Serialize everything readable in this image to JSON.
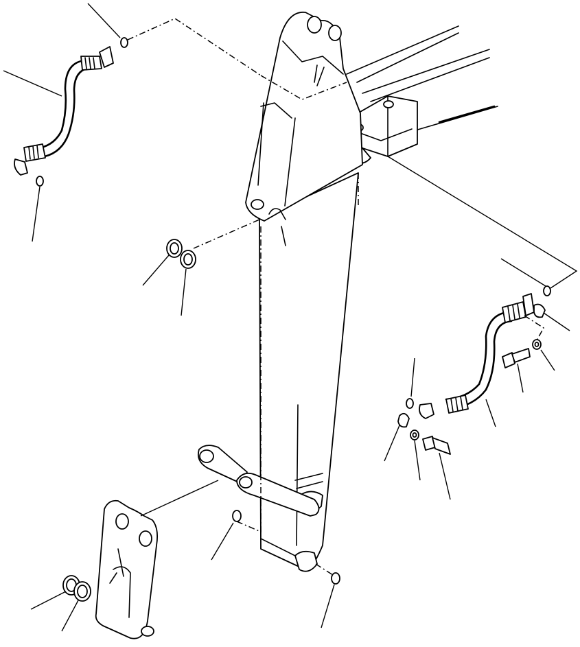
{
  "diagram": {
    "kind": "exploded-parts-view",
    "assemblies": [
      "arm",
      "boom",
      "hose-left",
      "hose-right",
      "link",
      "bucket-link",
      "seals-and-o-rings",
      "bolts-and-washers"
    ],
    "callout_labels": []
  }
}
